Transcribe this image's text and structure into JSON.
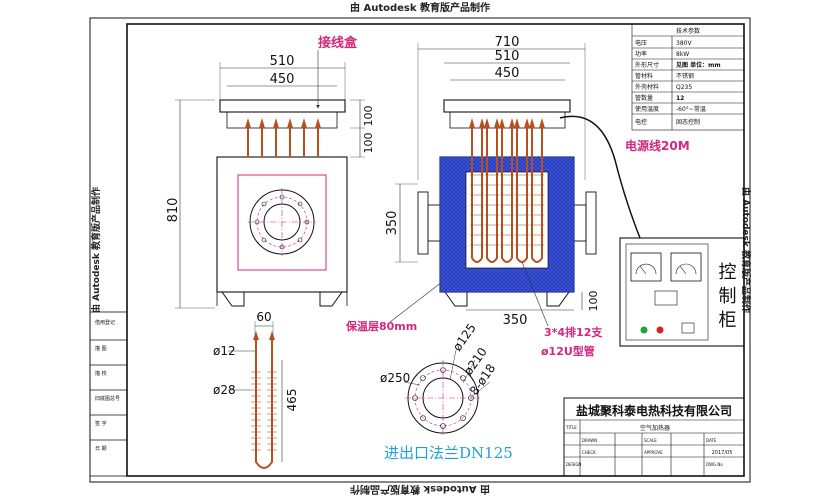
{
  "watermark": "由 Autodesk 教育版产品制作",
  "annotations": {
    "junction_box": "接线盒",
    "power_cable": "电源线20M",
    "insulation": "保温层80mm",
    "tubes": "3*4排12支",
    "tube_type": "ø12U型管",
    "flange": "进出口法兰DN125",
    "control_cabinet": "控制柜"
  },
  "dims": {
    "front_w1": "510",
    "front_w2": "450",
    "front_h": "810",
    "front_top1": "100",
    "front_top2": "100",
    "side_w1": "710",
    "side_w2": "510",
    "side_w3": "450",
    "side_h": "350",
    "side_b": "350",
    "side_b2": "100",
    "tube_w": "60",
    "tube_d1": "ø12",
    "tube_d2": "ø28",
    "tube_len": "465",
    "fl_d1": "ø250",
    "fl_d2": "ø210",
    "fl_d3": "ø125",
    "fl_holes": "8-ø18"
  },
  "spec_table": {
    "title": "技术参数",
    "rows": [
      [
        "电压",
        "380V"
      ],
      [
        "功率",
        "8kW"
      ],
      [
        "外形尺寸",
        "见图 单位：mm"
      ],
      [
        "管材料",
        "不锈钢"
      ],
      [
        "外壳材料",
        "Q235"
      ],
      [
        "管数量",
        "12"
      ],
      [
        "使用温度",
        "-60°~常温"
      ],
      [
        "电控",
        "固态控制"
      ]
    ]
  },
  "left_strip": [
    "借用登记",
    "描 图",
    "描 校",
    "旧底图总号",
    "签 字",
    "日 期"
  ],
  "title_block": {
    "company": "盐城聚科泰电热科技有限公司",
    "product": "空气加热器",
    "date": "2017/05",
    "labels": [
      "TITLE",
      "DRAWN",
      "SCALE",
      "DATE",
      "CHECK",
      "APPROVE",
      "DESIGN",
      "DWG.No"
    ]
  }
}
